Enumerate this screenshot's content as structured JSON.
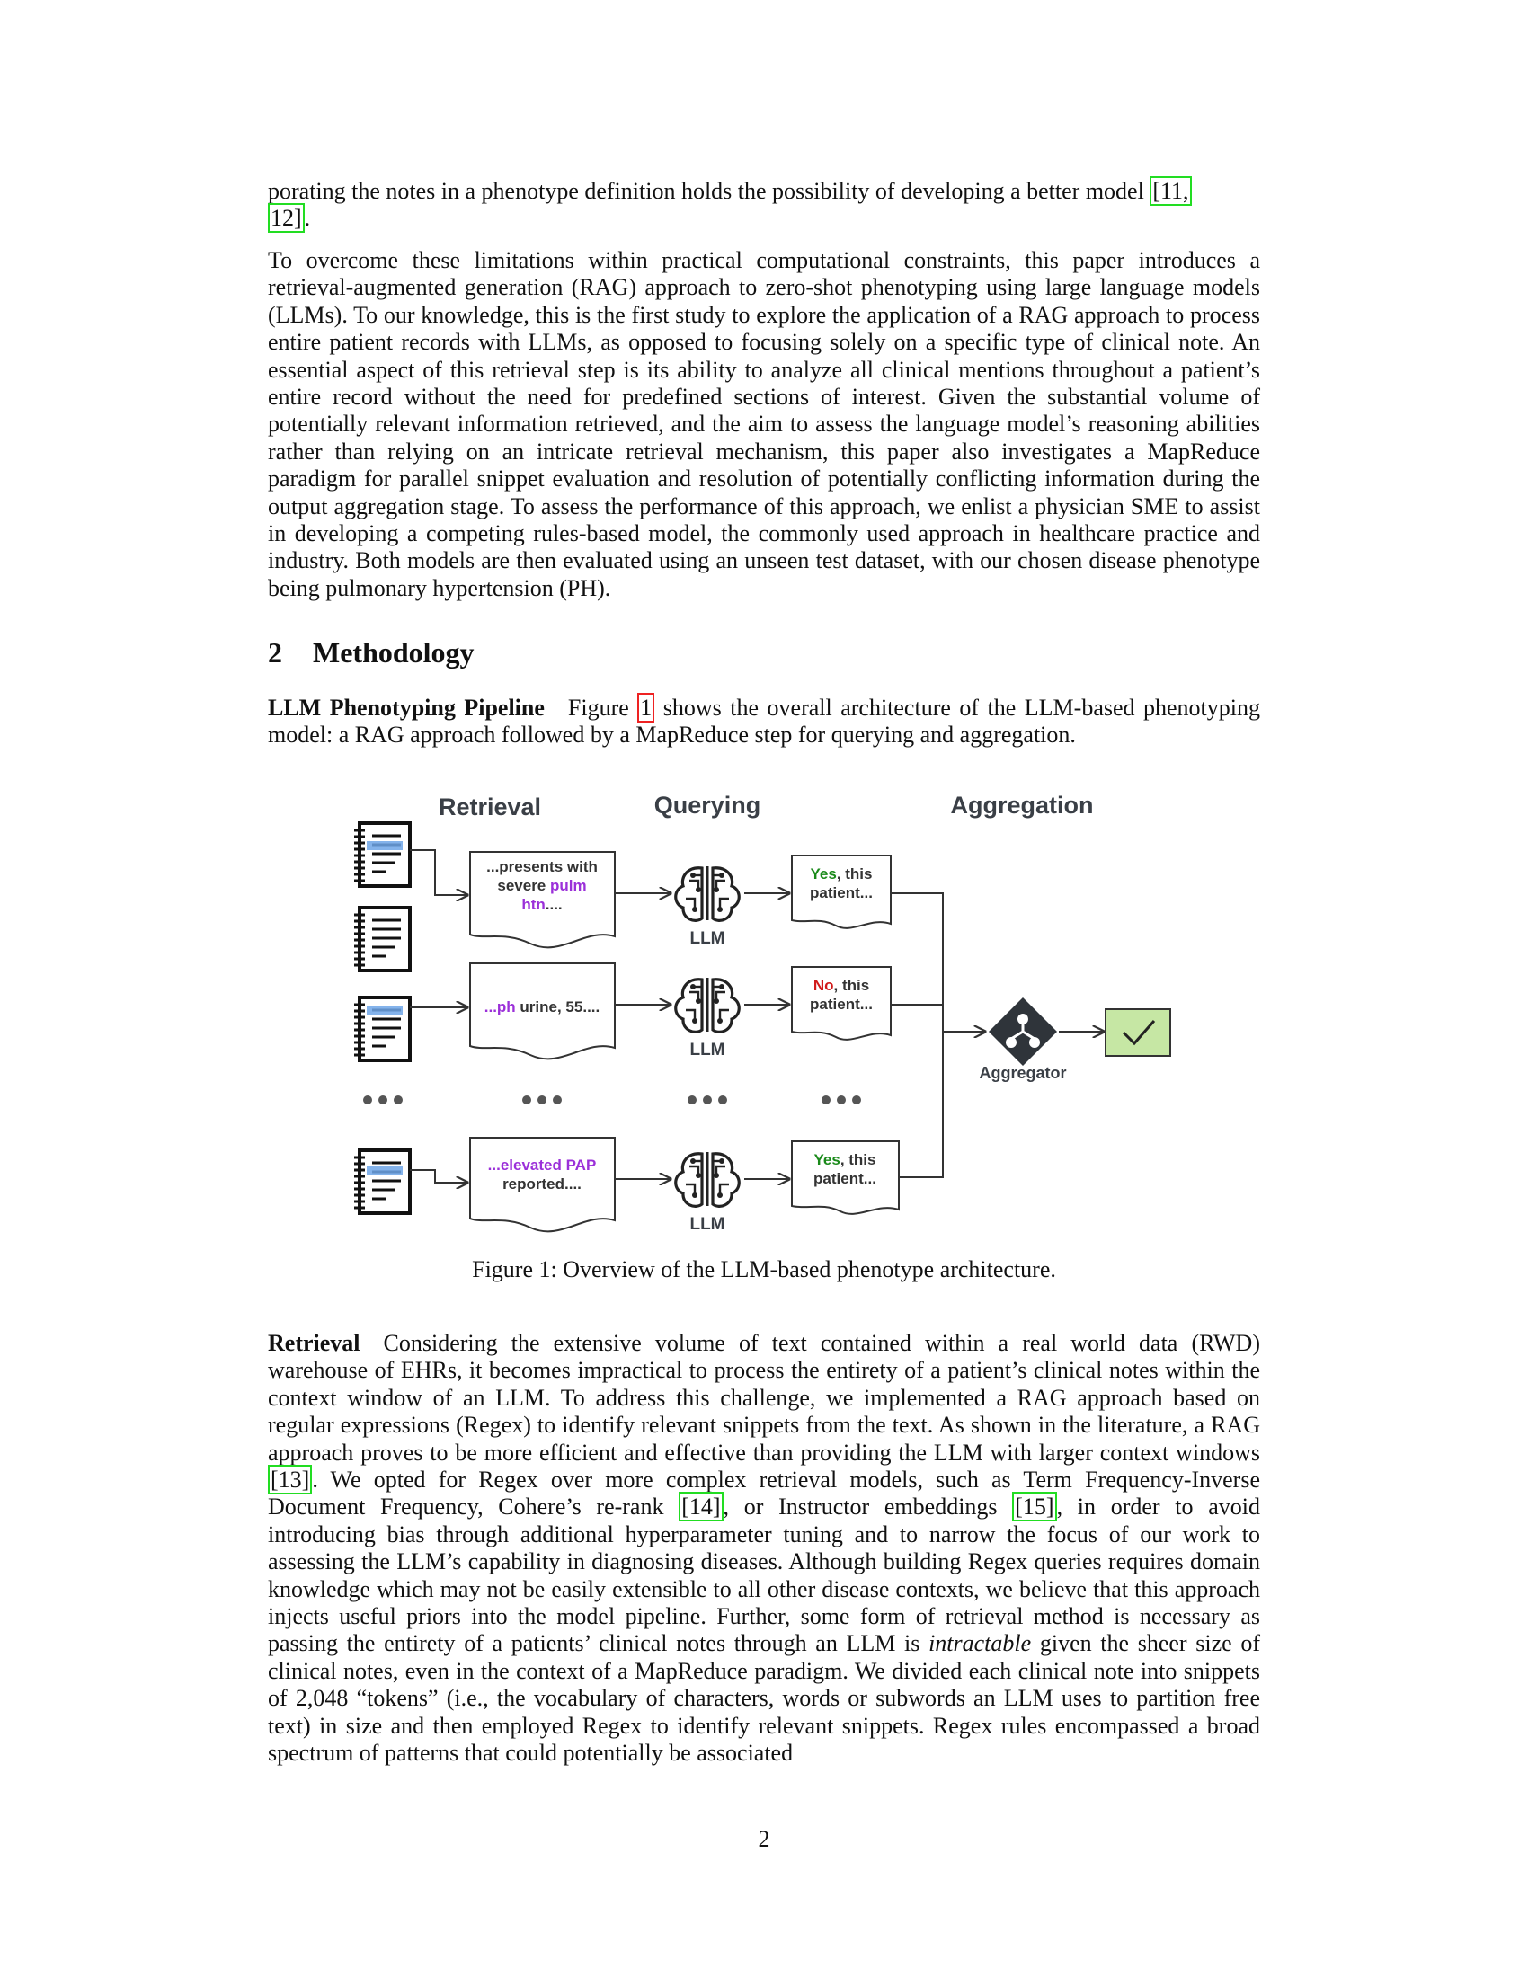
{
  "para1": {
    "text": "porating the notes in a phenotype definition holds the possibility of developing a better model ",
    "cite_a": "[11,",
    "cite_b": "12]",
    "end": "."
  },
  "para2": "To overcome these limitations within practical computational constraints, this paper introduces a retrieval-augmented generation (RAG) approach to zero-shot phenotyping using large language models (LLMs). To our knowledge, this is the first study to explore the application of a RAG approach to process entire patient records with LLMs, as opposed to focusing solely on a specific type of clinical note. An essential aspect of this retrieval step is its ability to analyze all clinical mentions throughout a patient’s entire record without the need for predefined sections of interest. Given the substantial volume of potentially relevant information retrieved, and the aim to assess the language model’s reasoning abilities rather than relying on an intricate retrieval mechanism, this paper also investigates a MapReduce paradigm for parallel snippet evaluation and resolution of potentially conflicting information during the output aggregation stage. To assess the performance of this approach, we enlist a physician SME to assist in developing a competing rules-based model, the commonly used approach in healthcare practice and industry. Both models are then evaluated using an unseen test dataset, with our chosen disease phenotype being pulmonary hypertension (PH).",
  "section": {
    "number": "2",
    "title": "Methodology"
  },
  "pipeline_para": {
    "head": "LLM Phenotyping Pipeline",
    "pre": "Figure ",
    "ref": "1",
    "post": " shows the overall architecture of the LLM-based phenotyping model: a RAG approach followed by a MapReduce step for querying and aggregation."
  },
  "figure": {
    "headers": {
      "retrieval": "Retrieval",
      "querying": "Querying",
      "aggregation": "Aggregation"
    },
    "snippets": [
      {
        "line1": "...presents with",
        "line2_a": "severe ",
        "line2_b": "pulm",
        "line3_a": "htn",
        "line3_b": "...."
      },
      {
        "line1_a": "...ph",
        "line1_b": " urine, 55...."
      },
      {
        "line1_a": "...elevated PAP",
        "line2": "reported...."
      }
    ],
    "llm_label": "LLM",
    "answers": [
      {
        "word": "Yes",
        "rest": ", this",
        "line2": "patient..."
      },
      {
        "word": "No",
        "rest": ", this",
        "line2": "patient..."
      },
      {
        "word": "Yes",
        "rest": ", this",
        "line2": "patient..."
      }
    ],
    "aggregator_label": "Aggregator",
    "colors": {
      "keyword": "#9b30d9",
      "yes": "#1a8a1a",
      "no": "#d11a1a",
      "check_fill": "#c6e7a4",
      "highlight": "#6fa6e8"
    }
  },
  "caption": "Figure 1: Overview of the LLM-based phenotype architecture.",
  "retrieval_para": {
    "head": "Retrieval",
    "t1": "Considering the extensive volume of text contained within a real world data (RWD) warehouse of EHRs, it becomes impractical to process the entirety of a patient’s clinical notes within the context window of an LLM. To address this challenge, we implemented a RAG approach based on regular expressions (Regex) to identify relevant snippets from the text. As shown in the literature, a RAG approach proves to be more efficient and effective than providing the LLM with larger context windows ",
    "c13": "[13]",
    "t2": ". We opted for Regex over more complex retrieval models, such as Term Frequency-Inverse Document Frequency, Cohere’s re-rank ",
    "c14": "[14]",
    "t3": ", or Instructor embeddings ",
    "c15": "[15]",
    "t4": ", in order to avoid introducing bias through additional hyperparameter tuning and to narrow the focus of our work to assessing the LLM’s capability in diagnosing diseases. Although building Regex queries requires domain knowledge which may not be easily extensible to all other disease contexts, we believe that this approach injects useful priors into the model pipeline. Further, some form of retrieval method is necessary as passing the entirety of a patients’ clinical notes through an LLM is ",
    "italic": "intractable",
    "t5": " given the sheer size of clinical notes, even in the context of a MapReduce paradigm. We divided each clinical note into snippets of 2,048 “tokens” (i.e., the vocabulary of characters, words or subwords an LLM uses to partition free text) in size and then employed Regex to identify relevant snippets. Regex rules encompassed a broad spectrum of patterns that could potentially be associated"
  },
  "page_number": "2"
}
